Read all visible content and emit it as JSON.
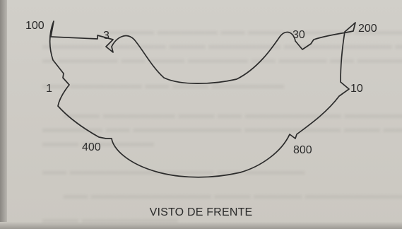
{
  "figure": {
    "labels": {
      "top_left": "100",
      "upper_left_notch": "3",
      "upper_right_notch": "30",
      "top_right": "200",
      "left_side": "1",
      "right_side": "10",
      "bottom_left": "400",
      "bottom_right": "800"
    },
    "caption": "VISTO DE FRENTE",
    "outline_color": "#2b2b2b"
  }
}
